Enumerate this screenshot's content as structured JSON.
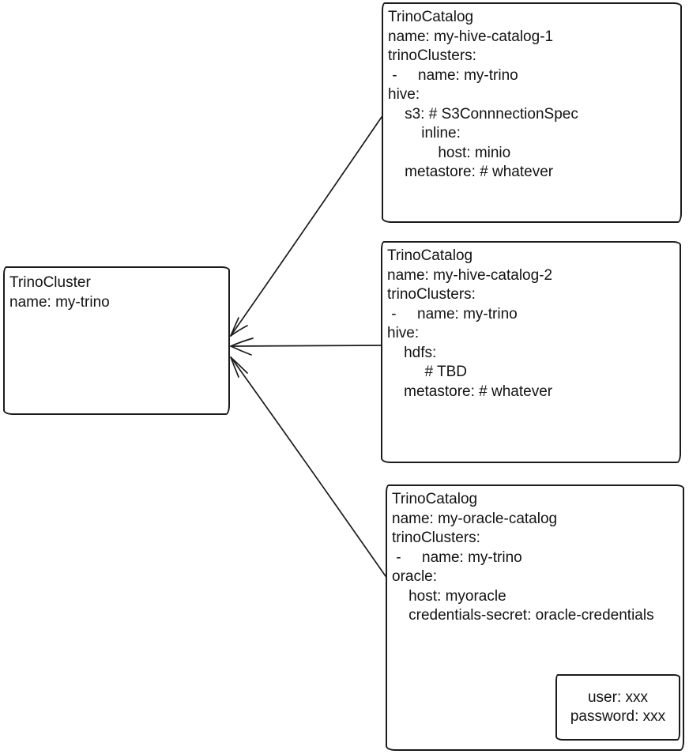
{
  "diagram": {
    "title": "TrinoCluster / TrinoCatalog relationship diagram",
    "background_color": "#ffffff",
    "stroke_color": "#1b1b1b",
    "boxes": {
      "cluster": {
        "kind": "TrinoCluster",
        "lines": [
          "TrinoCluster",
          "name: my-trino"
        ]
      },
      "catalog1": {
        "kind": "TrinoCatalog",
        "lines": [
          "TrinoCatalog",
          "name: my-hive-catalog-1",
          "trinoClusters:",
          " -     name: my-trino",
          "hive:",
          "    s3: # S3ConnnectionSpec",
          "        inline:",
          "            host: minio",
          "    metastore: # whatever"
        ]
      },
      "catalog2": {
        "kind": "TrinoCatalog",
        "lines": [
          "TrinoCatalog",
          "name: my-hive-catalog-2",
          "trinoClusters:",
          " -     name: my-trino",
          "hive:",
          "    hdfs:",
          "         # TBD",
          "    metastore: # whatever"
        ]
      },
      "catalog3": {
        "kind": "TrinoCatalog",
        "lines": [
          "TrinoCatalog",
          "name: my-oracle-catalog",
          "trinoClusters:",
          " -     name: my-trino",
          "oracle:",
          "    host: myoracle",
          "    credentials-secret: oracle-credentials"
        ]
      },
      "secret": {
        "kind": "Secret",
        "lines": [
          "user: xxx",
          "password: xxx"
        ]
      }
    },
    "connections": [
      {
        "from": "catalog1",
        "to": "cluster",
        "style": "arrow"
      },
      {
        "from": "catalog2",
        "to": "cluster",
        "style": "arrow"
      },
      {
        "from": "catalog3",
        "to": "cluster",
        "style": "arrow"
      },
      {
        "from": "credentials-secret reference",
        "to": "secret",
        "style": "arrow"
      }
    ]
  }
}
